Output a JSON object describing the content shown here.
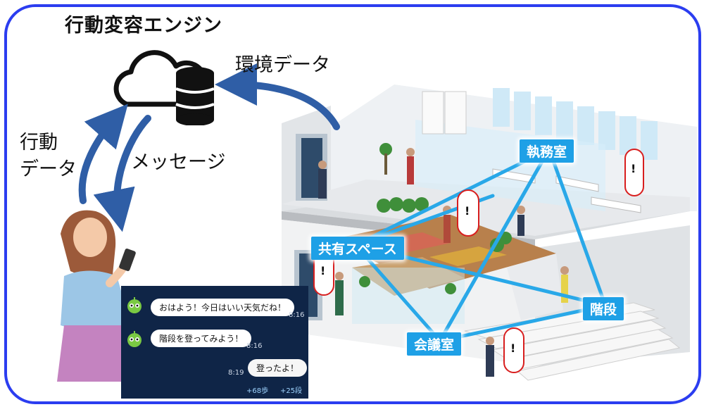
{
  "title": "行動変容エンジン",
  "labels": {
    "env_data": "環境データ",
    "behavior_data_line1": "行動",
    "behavior_data_line2": "データ",
    "message": "メッセージ"
  },
  "nodes": {
    "executive_room": "執務室",
    "shared_space": "共有スペース",
    "stairs": "階段",
    "meeting_room": "会議室"
  },
  "chat": {
    "msg1": "おはよう！今日はいい天気だね！",
    "msg1_time": "8:16",
    "msg2": "階段を登ってみよう！",
    "msg2_time": "8:16",
    "reply": "登ったよ！",
    "reply_time": "8:19",
    "steps": "+68歩",
    "stairs_count": "+25段"
  },
  "colors": {
    "frame": "#2b3df0",
    "arrow": "#2f5ea6",
    "node": "#1ea0e6",
    "line": "#29a8e8",
    "alert": "#d81e1e",
    "phone_bg": "#0f2547"
  }
}
